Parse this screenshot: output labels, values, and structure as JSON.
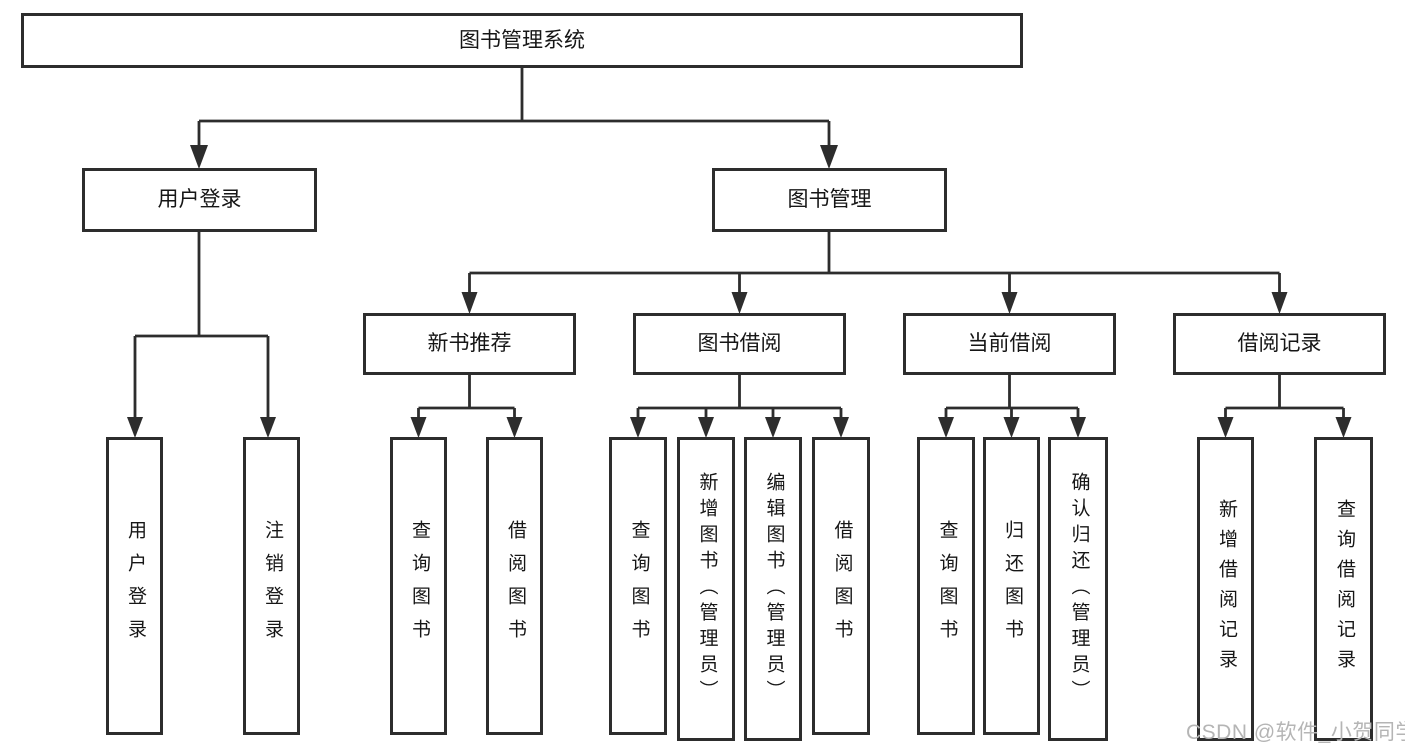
{
  "colors": {
    "line": "#2d2d2d",
    "box_border": "#2d2d2d",
    "text": "#161616",
    "background": "#ffffff",
    "watermark": "#b5b5b5"
  },
  "watermark": "CSDN @软件_小贺同学",
  "tree": {
    "label": "图书管理系统",
    "children": [
      {
        "label": "用户登录",
        "children": [
          {
            "label": "用户登录"
          },
          {
            "label": "注销登录"
          }
        ]
      },
      {
        "label": "图书管理",
        "children": [
          {
            "label": "新书推荐",
            "children": [
              {
                "label": "查询图书"
              },
              {
                "label": "借阅图书"
              }
            ]
          },
          {
            "label": "图书借阅",
            "children": [
              {
                "label": "查询图书"
              },
              {
                "label": "新增图书（管理员）"
              },
              {
                "label": "编辑图书（管理员）"
              },
              {
                "label": "借阅图书"
              }
            ]
          },
          {
            "label": "当前借阅",
            "children": [
              {
                "label": "查询图书"
              },
              {
                "label": "归还图书"
              },
              {
                "label": "确认归还（管理员）"
              }
            ]
          },
          {
            "label": "借阅记录",
            "children": [
              {
                "label": "新增借阅记录"
              },
              {
                "label": "查询借阅记录"
              }
            ]
          }
        ]
      }
    ]
  }
}
